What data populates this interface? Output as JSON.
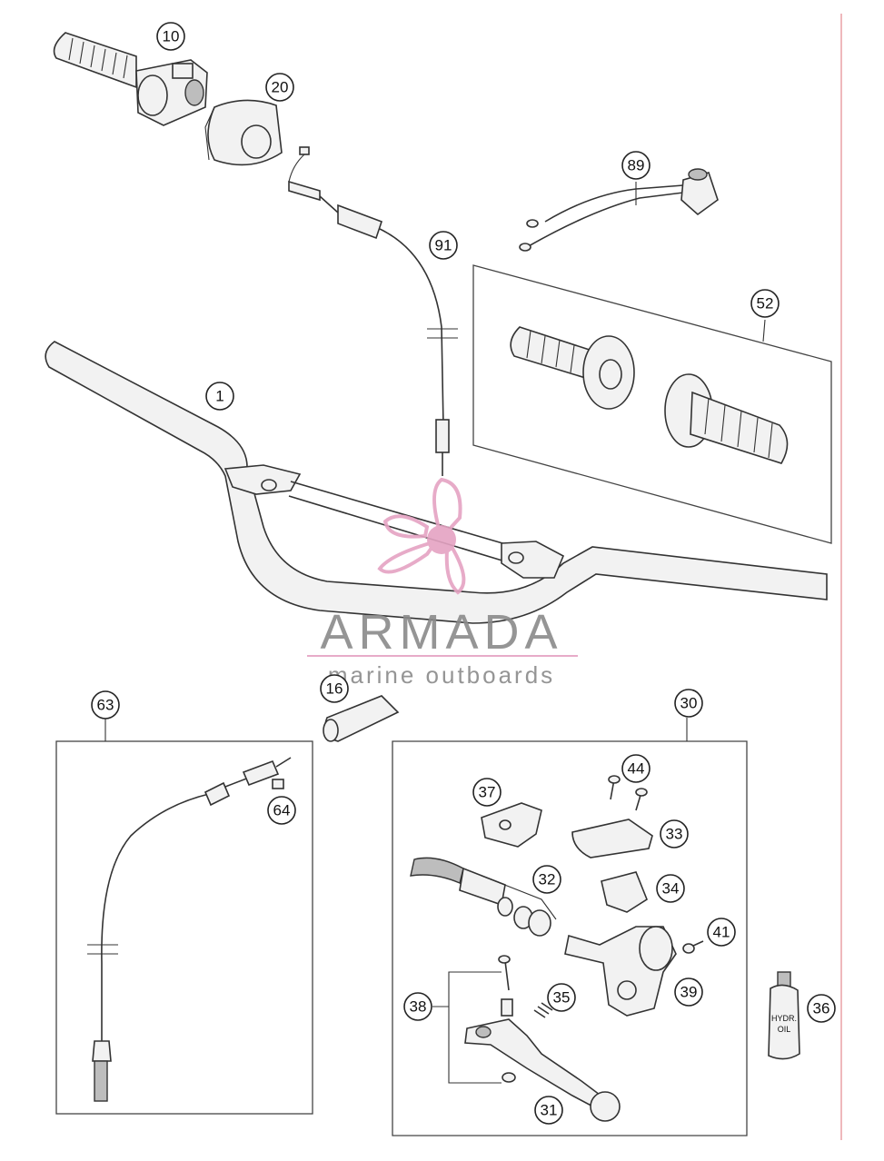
{
  "watermark": {
    "title": "ARMADA",
    "subtitle": "marine outboards",
    "accent_color": "#e5a3c3"
  },
  "bottle_label": [
    "HYDR.",
    "OIL"
  ],
  "callouts": [
    {
      "id": "c10",
      "label": "10"
    },
    {
      "id": "c20",
      "label": "20"
    },
    {
      "id": "c89",
      "label": "89"
    },
    {
      "id": "c91",
      "label": "91"
    },
    {
      "id": "c52",
      "label": "52"
    },
    {
      "id": "c1",
      "label": "1"
    },
    {
      "id": "c16",
      "label": "16"
    },
    {
      "id": "c63",
      "label": "63"
    },
    {
      "id": "c30",
      "label": "30"
    },
    {
      "id": "c64",
      "label": "64"
    },
    {
      "id": "c44",
      "label": "44"
    },
    {
      "id": "c37",
      "label": "37"
    },
    {
      "id": "c33",
      "label": "33"
    },
    {
      "id": "c32",
      "label": "32"
    },
    {
      "id": "c34",
      "label": "34"
    },
    {
      "id": "c41",
      "label": "41"
    },
    {
      "id": "c39",
      "label": "39"
    },
    {
      "id": "c38",
      "label": "38"
    },
    {
      "id": "c35",
      "label": "35"
    },
    {
      "id": "c36",
      "label": "36"
    },
    {
      "id": "c31",
      "label": "31"
    }
  ]
}
